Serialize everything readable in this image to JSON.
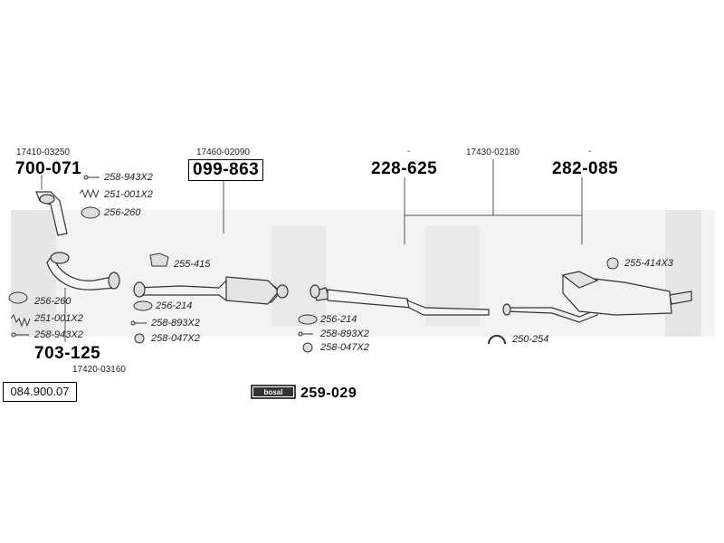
{
  "catalog_no": "084.900.07",
  "logo_text": "bosal",
  "kit_part": "259-029",
  "groups": {
    "front_pipe_top": {
      "oem": "17410-03250",
      "part": "700-071"
    },
    "front_pipe_bottom": {
      "oem": "17420-03160",
      "part": "703-125"
    },
    "catalyst": {
      "oem": "17460-02090",
      "part": "099-863"
    },
    "rear_system": {
      "oem": "17430-02180",
      "part_left": "228-625",
      "part_right": "282-085",
      "dash_left": "-",
      "dash_right": "-"
    }
  },
  "accessories": {
    "a1": "258-943X2",
    "a2": "251-001X2",
    "a3": "256-260",
    "a4": "256-260",
    "a5": "251-001X2",
    "a6": "258-943X2",
    "a7": "255-415",
    "a8": "256-214",
    "a9": "258-893X2",
    "a10": "258-047X2",
    "a11": "256-214",
    "a12": "258-893X2",
    "a13": "258-047X2",
    "a14": "255-414X3",
    "a15": "250-254"
  }
}
